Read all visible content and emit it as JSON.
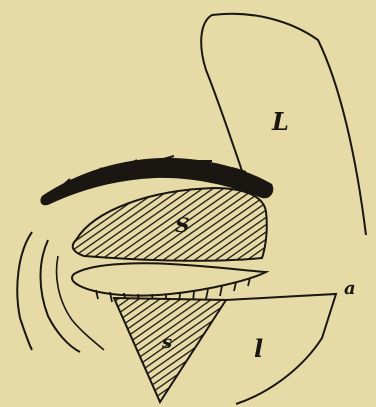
{
  "figure": {
    "labels": {
      "upper_flap": "L",
      "upper_excision": "S",
      "lower_excision": "s",
      "lower_flap": "l",
      "corner_point": "a"
    }
  },
  "colors": {
    "paper": "#e6dba6",
    "ink": "#1a1611"
  }
}
